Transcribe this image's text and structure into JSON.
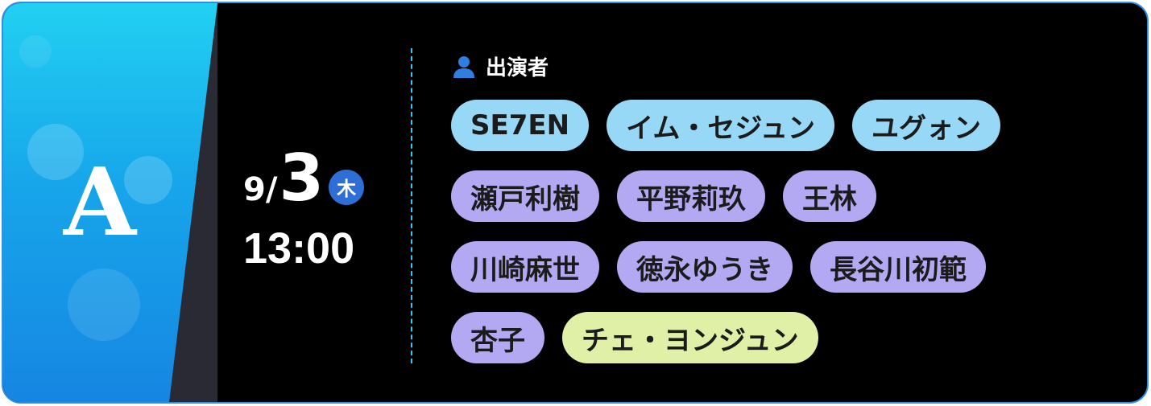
{
  "group": {
    "letter": "A"
  },
  "schedule": {
    "month": "9/",
    "day": "3",
    "weekday": "木",
    "time": "13:00"
  },
  "cast": {
    "heading": "出演者",
    "icon": "person-icon",
    "rows": [
      [
        {
          "name": "SE7EN",
          "color": "#96d8f5"
        },
        {
          "name": "イム・セジュン",
          "color": "#96d8f5"
        },
        {
          "name": "ユグォン",
          "color": "#96d8f5"
        }
      ],
      [
        {
          "name": "瀬戸利樹",
          "color": "#b3a8f2"
        },
        {
          "name": "平野莉玖",
          "color": "#b3a8f2"
        },
        {
          "name": "王林",
          "color": "#b3a8f2"
        }
      ],
      [
        {
          "name": "川崎麻世",
          "color": "#b3a8f2"
        },
        {
          "name": "徳永ゆうき",
          "color": "#b3a8f2"
        },
        {
          "name": "長谷川初範",
          "color": "#b3a8f2"
        }
      ],
      [
        {
          "name": "杏子",
          "color": "#b3a8f2"
        },
        {
          "name": "チェ・ヨンジュン",
          "color": "#e0f0a6"
        }
      ]
    ]
  },
  "colors": {
    "border": "#2f8fe6",
    "accent_blue": "#22d0f2",
    "weekday_badge": "#2d6fd6",
    "divider": "#3fc3f0"
  }
}
